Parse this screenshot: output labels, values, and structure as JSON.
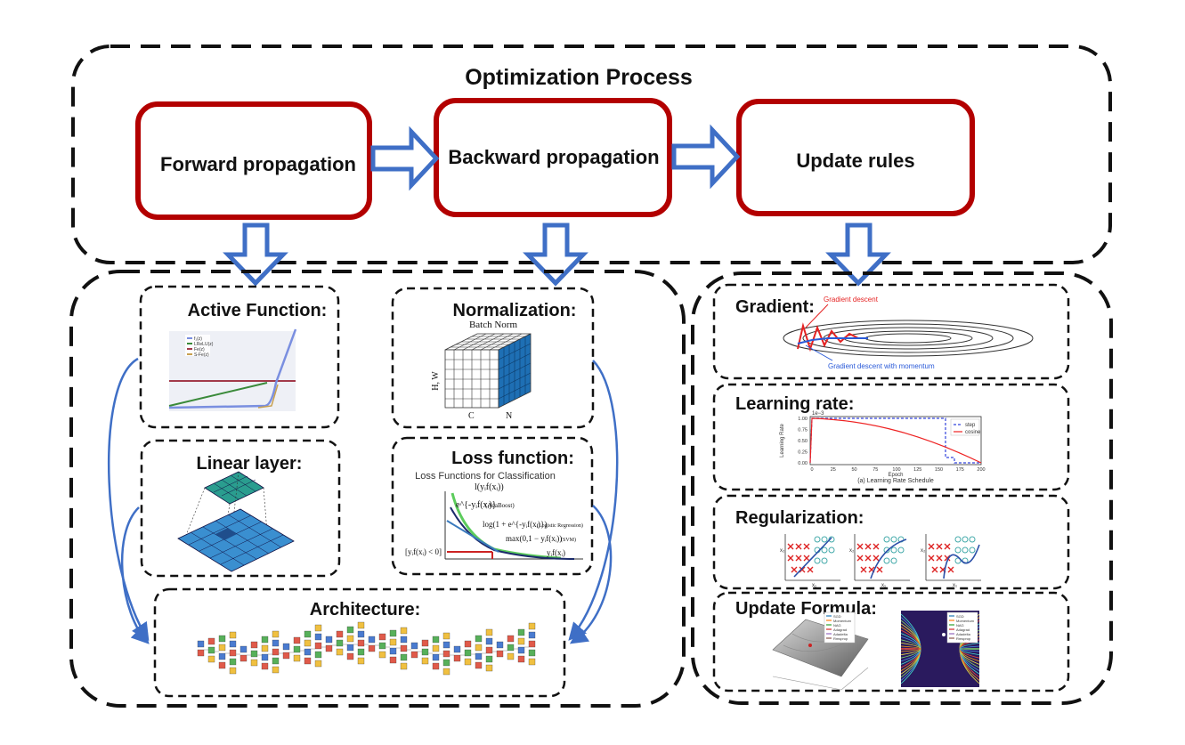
{
  "title": "Optimization Process",
  "process_steps": [
    {
      "label": "Forward propagation"
    },
    {
      "label": "Backward propagation"
    },
    {
      "label": "Update rules"
    }
  ],
  "model_panels": {
    "active_function": {
      "title": "Active Function:",
      "legend": [
        "f₁(z)",
        "LReLU(z)",
        "Fe(z)",
        "S-Fe(z)"
      ]
    },
    "normalization": {
      "title": "Normalization:",
      "figure_title": "Batch Norm",
      "axis_hw": "H, W",
      "axis_c": "C",
      "axis_n": "N"
    },
    "linear_layer": {
      "title": "Linear layer:"
    },
    "loss_function": {
      "title": "Loss function:",
      "figure_title": "Loss Functions for Classification",
      "top_label": "l(yᵢf(xᵢ))",
      "exp_label": "e^{-yᵢf(xᵢ)}",
      "exp_note": "(AdaBoost)",
      "log_label": "log(1 + e^{-yᵢf(xᵢ)})",
      "log_note": "(Logistic Regression)",
      "hinge_label": "max(0,1 − yᵢf(xᵢ))",
      "hinge_note": "(SVM)",
      "zero_one_label": "[yᵢf(xᵢ) < 0]",
      "x_label": "yᵢf(xᵢ)"
    },
    "architecture": {
      "title": "Architecture:"
    }
  },
  "update_panels": {
    "gradient": {
      "title": "Gradient:",
      "label_gd": "Gradient descent",
      "label_momentum": "Gradient descent with momentum"
    },
    "learning_rate": {
      "title": "Learning rate:",
      "exponent": "1e−3",
      "ylabel": "Learning Rate",
      "xlabel": "Epoch",
      "caption": "(a) Learning Rate Schedule",
      "y_ticks": [
        "1.00",
        "0.75",
        "0.50",
        "0.25",
        "0.00"
      ],
      "x_ticks": [
        "0",
        "25",
        "50",
        "75",
        "100",
        "125",
        "150",
        "175",
        "200"
      ],
      "legend": [
        {
          "name": "step",
          "color": "#3344dd"
        },
        {
          "name": "cosine",
          "color": "#ee2222"
        }
      ]
    },
    "regularization": {
      "title": "Regularization:",
      "axis_y": "x₂",
      "axis_x": "x₁"
    },
    "update_formula": {
      "title": "Update Formula:",
      "legend": [
        "SGD",
        "Momentum",
        "NAG",
        "Adagrad",
        "Adadelta",
        "Rmsprop"
      ]
    }
  },
  "colors": {
    "process_box_border": "#b30000",
    "arrow": "#3f6fc6",
    "dashed_border": "#111111",
    "curve_connector": "#3f6fc6"
  }
}
